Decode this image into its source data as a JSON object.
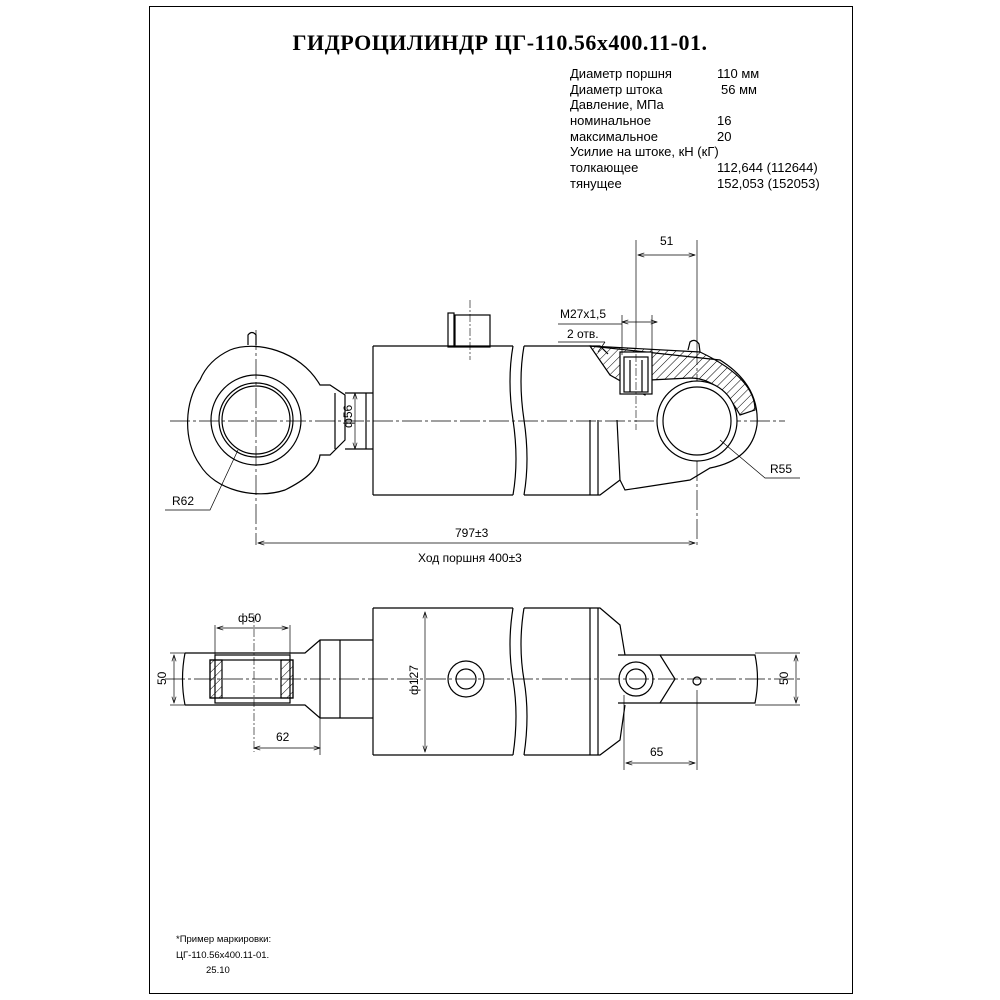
{
  "title": "ГИДРОЦИЛИНДР ЦГ-110.56х400.11-01.",
  "specs": [
    {
      "label": "Диаметр поршня",
      "value": "110 мм"
    },
    {
      "label": "Диаметр штока",
      "value": "56 мм"
    },
    {
      "label": "Давление, МПа",
      "value": ""
    },
    {
      "label": "номинальное",
      "value": "16"
    },
    {
      "label": "максимальное",
      "value": "20"
    },
    {
      "label": "Усилие на штоке, кН (кГ)",
      "value": ""
    },
    {
      "label": "толкающее",
      "value": "112,644 (112644)"
    },
    {
      "label": "тянущее",
      "value": "152,053 (152053)"
    }
  ],
  "dimensions": {
    "port_spacing": "51",
    "thread": "М27х1,5",
    "thread_count": "2 отв.",
    "rod_diameter": "ф56",
    "radius_left": "R62",
    "radius_right": "R55",
    "overall_length": "797±3",
    "stroke": "Ход поршня 400±3",
    "pin_diameter": "ф50",
    "width_left": "50",
    "barrel_diameter": "ф127",
    "width_right": "50",
    "eye_offset_left": "62",
    "eye_offset_right": "65"
  },
  "marking": {
    "line1": "*Пример маркировки:",
    "line2": "ЦГ-110.56х400.11-01.",
    "line3": "25.10"
  },
  "colors": {
    "ink": "#000000",
    "paper": "#ffffff"
  }
}
